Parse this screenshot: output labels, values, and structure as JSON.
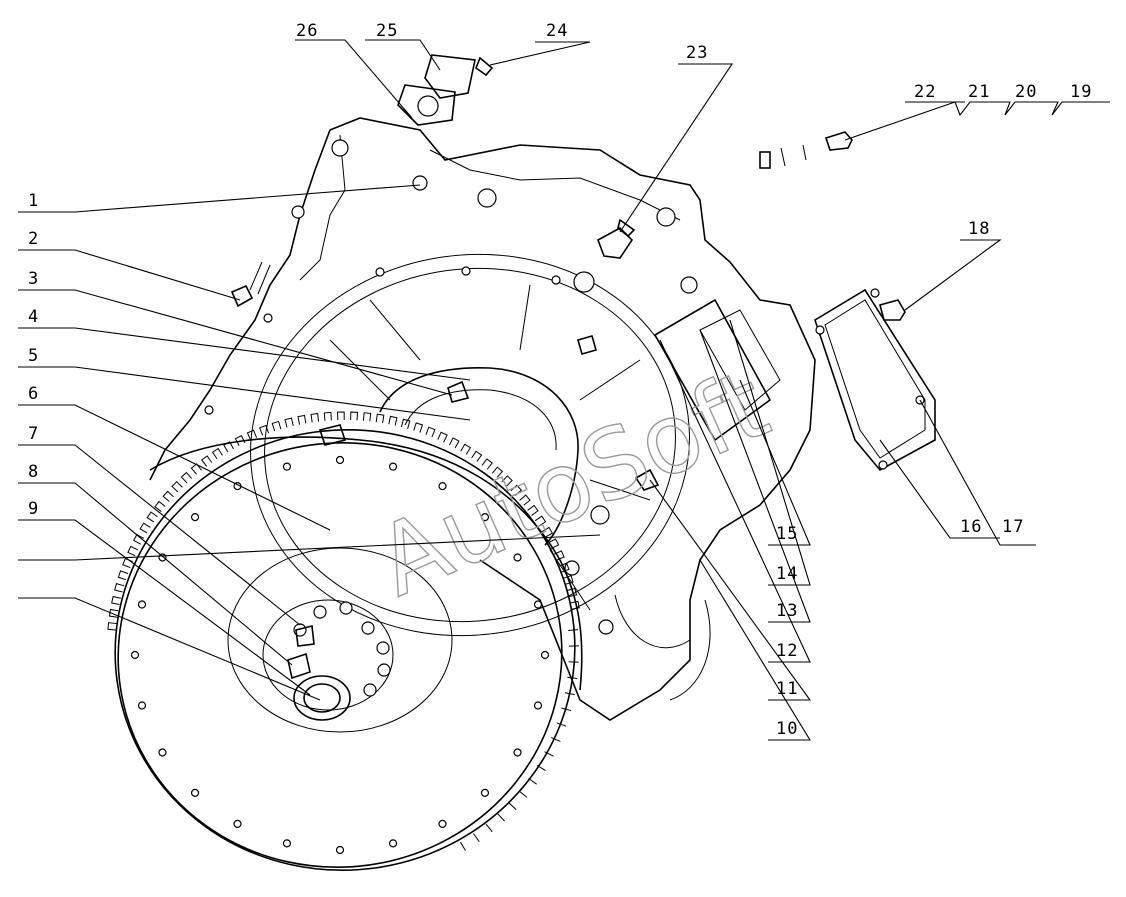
{
  "colors": {
    "line": "#000000",
    "background": "#ffffff",
    "watermark": "#9a9a9a"
  },
  "watermark": "AutoSoft",
  "callouts": [
    {
      "id": "1",
      "label": "1"
    },
    {
      "id": "2",
      "label": "2"
    },
    {
      "id": "3",
      "label": "3"
    },
    {
      "id": "4",
      "label": "4"
    },
    {
      "id": "5",
      "label": "5"
    },
    {
      "id": "6",
      "label": "6"
    },
    {
      "id": "7",
      "label": "7"
    },
    {
      "id": "8",
      "label": "8"
    },
    {
      "id": "9",
      "label": "9"
    },
    {
      "id": "10",
      "label": "10"
    },
    {
      "id": "11",
      "label": "11"
    },
    {
      "id": "12",
      "label": "12"
    },
    {
      "id": "13",
      "label": "13"
    },
    {
      "id": "14",
      "label": "14"
    },
    {
      "id": "15",
      "label": "15"
    },
    {
      "id": "16",
      "label": "16"
    },
    {
      "id": "17",
      "label": "17"
    },
    {
      "id": "18",
      "label": "18"
    },
    {
      "id": "19",
      "label": "19"
    },
    {
      "id": "20",
      "label": "20"
    },
    {
      "id": "21",
      "label": "21"
    },
    {
      "id": "22",
      "label": "22"
    },
    {
      "id": "23",
      "label": "23"
    },
    {
      "id": "24",
      "label": "24"
    },
    {
      "id": "25",
      "label": "25"
    },
    {
      "id": "26",
      "label": "26"
    }
  ]
}
